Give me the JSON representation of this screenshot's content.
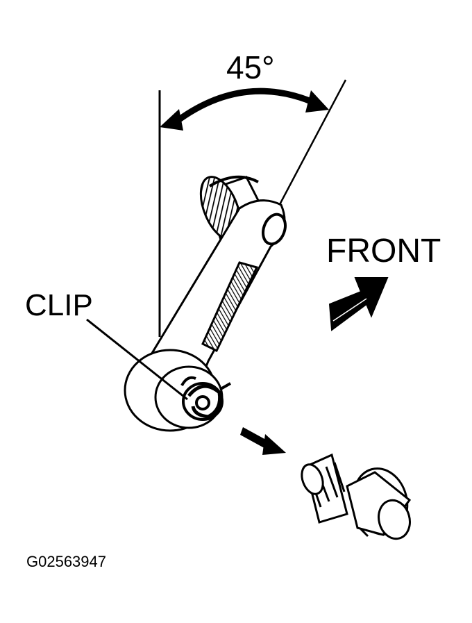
{
  "labels": {
    "angle": "45°",
    "clip": "CLIP",
    "front": "FRONT",
    "figure_id": "G02563947"
  },
  "colors": {
    "line": "#000000",
    "fill": "#ffffff",
    "hatch": "#000000"
  }
}
